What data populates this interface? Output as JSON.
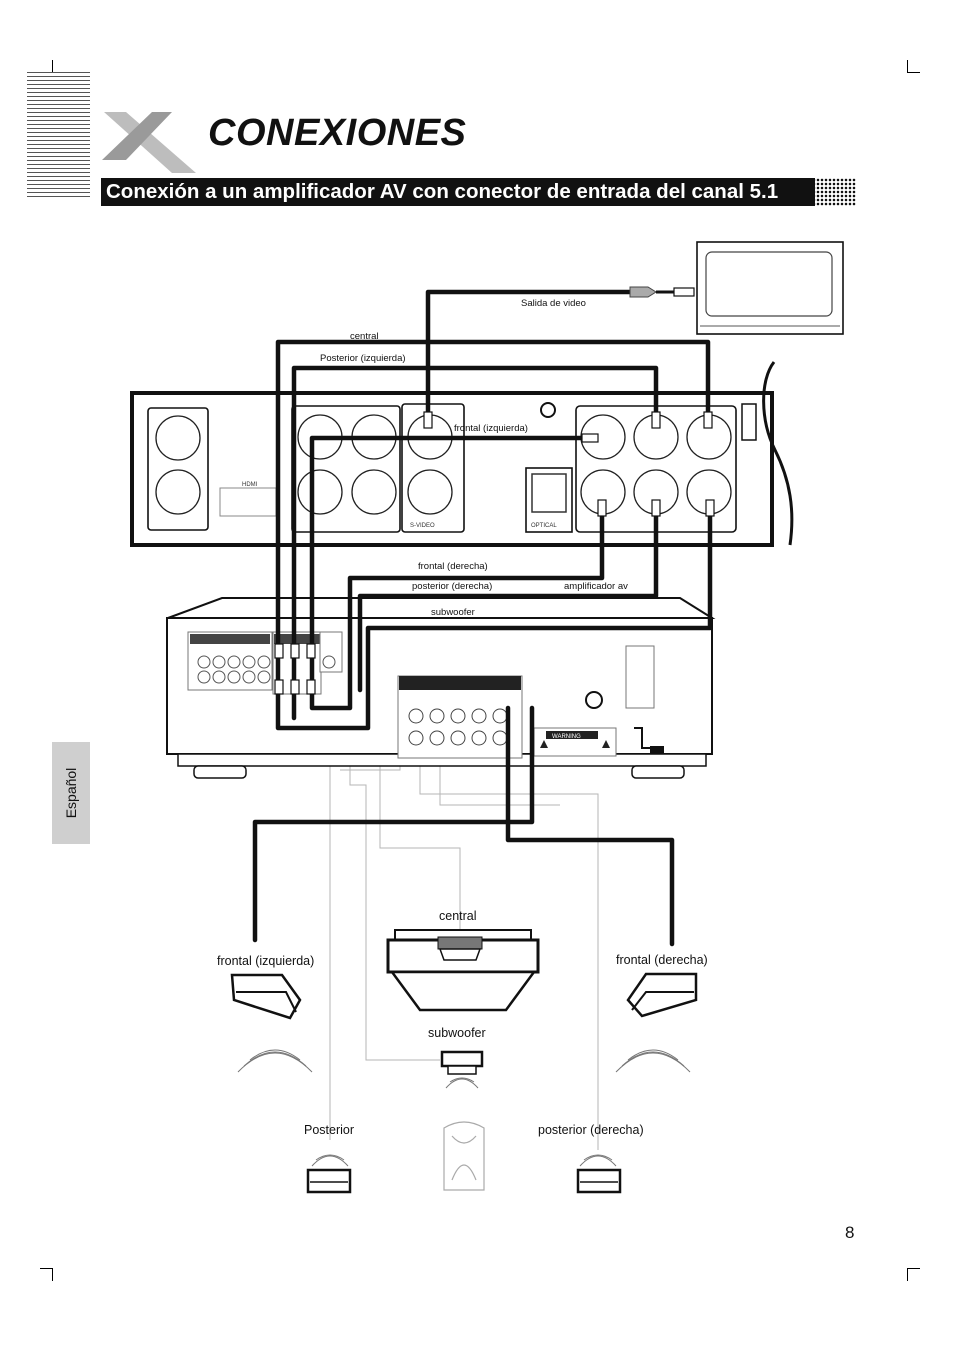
{
  "page": {
    "title": "CONEXIONES",
    "subtitle": "Conexión a un amplificador AV con conector de entrada del canal 5.1",
    "side_tab": "Español",
    "page_number": "8"
  },
  "diagram": {
    "cable_labels": {
      "video_out": "Salida de video",
      "central": "central",
      "rear_left": "Posterior (izquierda)",
      "front_left": "frontal (izquierda)",
      "front_right": "frontal (derecha)",
      "rear_right": "posterior (derecha)",
      "amplifier": "amplificador av",
      "subwoofer": "subwoofer"
    },
    "speaker_labels": {
      "central": "central",
      "front_left": "frontal (izquierda)",
      "front_right": "frontal (derecha)",
      "subwoofer": "subwoofer",
      "rear_left": "Posterior",
      "rear_right": "posterior (derecha)"
    },
    "panel_labels": {
      "hdmi": "HDMI",
      "optical": "OPTICAL",
      "s_video": "S-VIDEO",
      "warning": "WARNING"
    }
  }
}
